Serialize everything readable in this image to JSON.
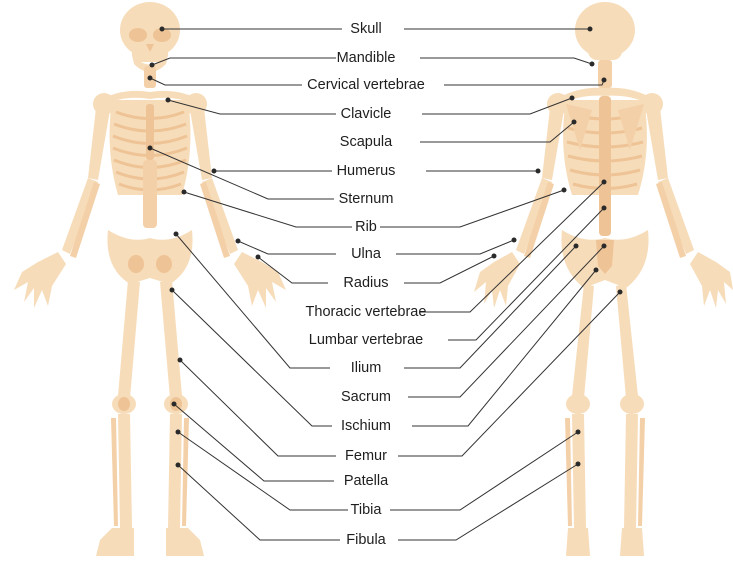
{
  "labels": [
    "Skull",
    "Mandible",
    "Cervical vertebrae",
    "Clavicle",
    "Scapula",
    "Humerus",
    "Sternum",
    "Rib",
    "Ulna",
    "Radius",
    "Thoracic vertebrae",
    "Lumbar vertebrae",
    "Ilium",
    "Sacrum",
    "Ischium",
    "Femur",
    "Patella",
    "Tibia",
    "Fibula"
  ],
  "colors": {
    "bone": "#f7dcb9",
    "bone_shadow": "#eec396",
    "leader_line": "#333333",
    "dot": "#2a2a2a",
    "text": "#1e1e1e"
  }
}
